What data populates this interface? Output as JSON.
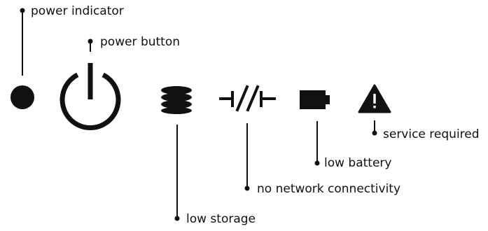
{
  "labels": {
    "power_indicator": "power indicator",
    "power_button": "power button",
    "low_storage": "low storage",
    "no_network": "no network connectivity",
    "low_battery": "low battery",
    "service_required": "service required"
  },
  "icons": {
    "power_indicator": "filled-circle-icon",
    "power_button": "power-icon",
    "low_storage": "database-stack-icon",
    "no_network": "broken-connection-icon",
    "low_battery": "battery-icon",
    "service_required": "warning-triangle-icon"
  },
  "colors": {
    "ink": "#111111",
    "background": "#ffffff"
  }
}
